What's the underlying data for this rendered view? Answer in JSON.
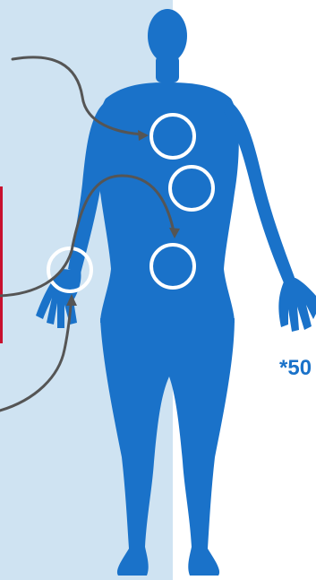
{
  "footnote": "*50",
  "colors": {
    "panel_bg": "#cfe3f2",
    "body_blue": "#1a72c9",
    "arrow": "#555555",
    "red_accent": "#c8102e",
    "circle": "#ffffff",
    "footnote_text": "#1a72c9"
  },
  "markers": [
    "upper-chest",
    "mid-chest",
    "abdomen",
    "left-wrist"
  ],
  "arrows": [
    "arrow-to-upper-chest",
    "arrow-wrist-to-abdomen",
    "arrow-to-wrist"
  ],
  "icons": [
    "human-body-silhouette-icon",
    "circle-marker-icon",
    "curved-arrow-icon"
  ]
}
